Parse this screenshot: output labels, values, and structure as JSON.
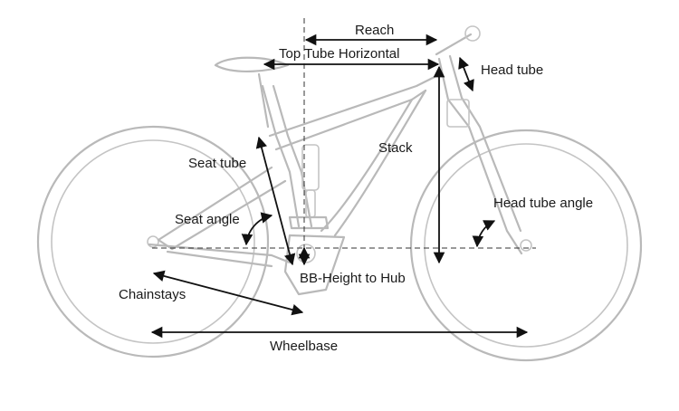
{
  "labels": {
    "reach": "Reach",
    "top_tube_horizontal": "Top Tube Horizontal",
    "head_tube": "Head tube",
    "stack": "Stack",
    "seat_tube": "Seat tube",
    "head_tube_angle": "Head tube angle",
    "seat_angle": "Seat angle",
    "bb_height_to_hub": "BB-Height to Hub",
    "chainstays": "Chainstays",
    "wheelbase": "Wheelbase"
  },
  "colors": {
    "bike_outline": "#b9b9b9",
    "dimension": "#111111"
  }
}
